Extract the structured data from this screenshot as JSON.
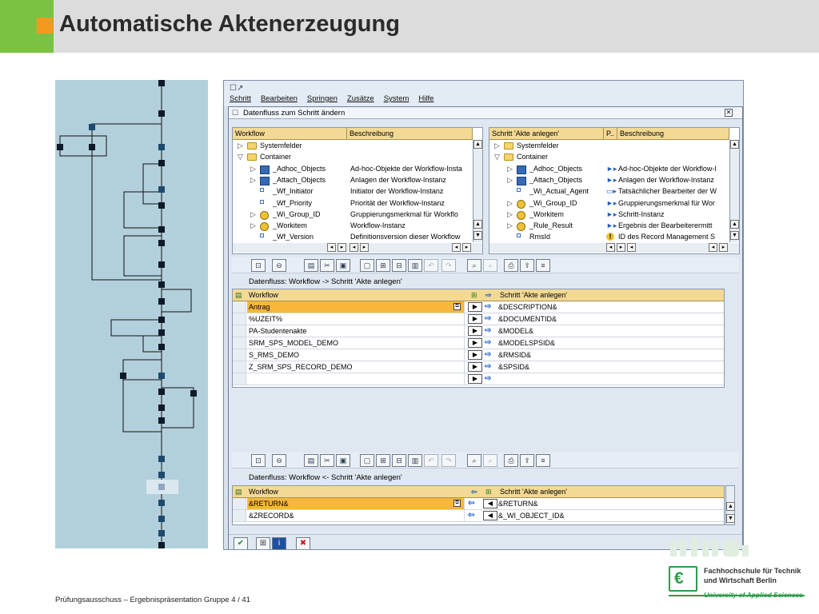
{
  "slide": {
    "title": "Automatische Aktenerzeugung",
    "footer": "Prüfungsausschuss – Ergebnispräsentation Gruppe 4  /  41",
    "logo": {
      "line1": "Fachhochschule für Technik",
      "line2": "und Wirtschaft Berlin",
      "line3": "University of Applied Sciences",
      "mark": "€"
    },
    "colors": {
      "green": "#7cc242",
      "orange": "#f39a1e",
      "header_gray": "#dcdcdc",
      "diagram_bg": "#b2d0dc"
    }
  },
  "sap": {
    "menu": [
      "Schritt",
      "Bearbeiten",
      "Springen",
      "Zusätze",
      "System",
      "Hilfe"
    ],
    "dialog_title": "Datenfluss zum Schritt ändern",
    "left_pane": {
      "headers": [
        "Workflow",
        "Beschreibung"
      ],
      "rows": [
        {
          "name": "Systemfelder",
          "desc": "",
          "level": 0,
          "icon": "folder-icon",
          "expander": "▷"
        },
        {
          "name": "Container",
          "desc": "",
          "level": 0,
          "icon": "folder-icon",
          "expander": "▽"
        },
        {
          "name": "_Adhoc_Objects",
          "desc": "Ad-hoc-Objekte der Workflow-Insta",
          "level": 1,
          "icon": "structure-icon",
          "expander": "▷"
        },
        {
          "name": "_Attach_Objects",
          "desc": "Anlagen der Workflow-Instanz",
          "level": 1,
          "icon": "structure-icon",
          "expander": "▷"
        },
        {
          "name": "_Wf_Initiator",
          "desc": "Initiator der Workflow-Instanz",
          "level": 1,
          "icon": "element-icon",
          "expander": ""
        },
        {
          "name": "_Wf_Priority",
          "desc": "Priorität der Workflow-Instanz",
          "level": 1,
          "icon": "element-icon",
          "expander": ""
        },
        {
          "name": "_Wi_Group_ID",
          "desc": "Gruppierungsmerkmal für Workflo",
          "level": 1,
          "icon": "object-icon",
          "expander": "▷"
        },
        {
          "name": "_Workitem",
          "desc": "Workflow-Instanz",
          "level": 1,
          "icon": "object-icon",
          "expander": "▷"
        },
        {
          "name": "_Wf_Version",
          "desc": "Definitionsversion dieser Workflow",
          "level": 1,
          "icon": "element-icon",
          "expander": ""
        }
      ]
    },
    "right_pane": {
      "headers": [
        "Schritt 'Akte anlegen'",
        "P..",
        "Beschreibung"
      ],
      "rows": [
        {
          "name": "Systemfelder",
          "desc": "",
          "level": 0,
          "icon": "folder-icon",
          "expander": "▷",
          "flag": ""
        },
        {
          "name": "Container",
          "desc": "",
          "level": 0,
          "icon": "folder-icon",
          "expander": "▽",
          "flag": ""
        },
        {
          "name": "_Adhoc_Objects",
          "desc": "Ad-hoc-Objekte der Workflow-I",
          "level": 1,
          "icon": "structure-icon",
          "expander": "▷",
          "flag": "►▸"
        },
        {
          "name": "_Attach_Objects",
          "desc": "Anlagen der Workflow-Instanz",
          "level": 1,
          "icon": "structure-icon",
          "expander": "▷",
          "flag": "►▸"
        },
        {
          "name": "_Wi_Actual_Agent",
          "desc": "Tatsächlicher Bearbeiter der W",
          "level": 1,
          "icon": "element-icon",
          "expander": "",
          "flag": "▭▸"
        },
        {
          "name": "_Wi_Group_ID",
          "desc": "Gruppierungsmerkmal für Wor",
          "level": 1,
          "icon": "object-icon",
          "expander": "▷",
          "flag": "►▸"
        },
        {
          "name": "_Workitem",
          "desc": "Schritt-Instanz",
          "level": 1,
          "icon": "object-icon",
          "expander": "▷",
          "flag": "►▸"
        },
        {
          "name": "_Rule_Result",
          "desc": "Ergebnis der Bearbeiterermitt",
          "level": 1,
          "icon": "object-icon",
          "expander": "▷",
          "flag": "►▸"
        },
        {
          "name": "RmsId",
          "desc": "ID des Record Management S",
          "level": 1,
          "icon": "element-icon",
          "expander": "",
          "flag": "!"
        }
      ]
    },
    "flow1": {
      "label": "Datenfluss: Workflow  -> Schritt 'Akte anlegen'",
      "left_header": "Workflow",
      "right_header": "Schritt 'Akte anlegen'",
      "rows": [
        {
          "left": "Antrag",
          "right": "&DESCRIPTION&",
          "selected": true
        },
        {
          "left": "%UZEIT%",
          "right": "&DOCUMENTID&",
          "selected": false
        },
        {
          "left": "PA-Studentenakte",
          "right": "&MODEL&",
          "selected": false
        },
        {
          "left": "SRM_SPS_MODEL_DEMO",
          "right": "&MODELSPSID&",
          "selected": false
        },
        {
          "left": "S_RMS_DEMO",
          "right": "&RMSID&",
          "selected": false
        },
        {
          "left": "Z_SRM_SPS_RECORD_DEMO",
          "right": "&SPSID&",
          "selected": false
        },
        {
          "left": "",
          "right": "",
          "selected": false
        }
      ]
    },
    "flow2": {
      "label": "Datenfluss: Workflow  <- Schritt 'Akte anlegen'",
      "left_header": "Workflow",
      "right_header": "Schritt 'Akte anlegen'",
      "rows": [
        {
          "left": "&RETURN&",
          "right": "&RETURN&",
          "selected": true
        },
        {
          "left": "&ZRECORD&",
          "right": "&_WI_OBJECT_ID&",
          "selected": false
        }
      ]
    }
  }
}
